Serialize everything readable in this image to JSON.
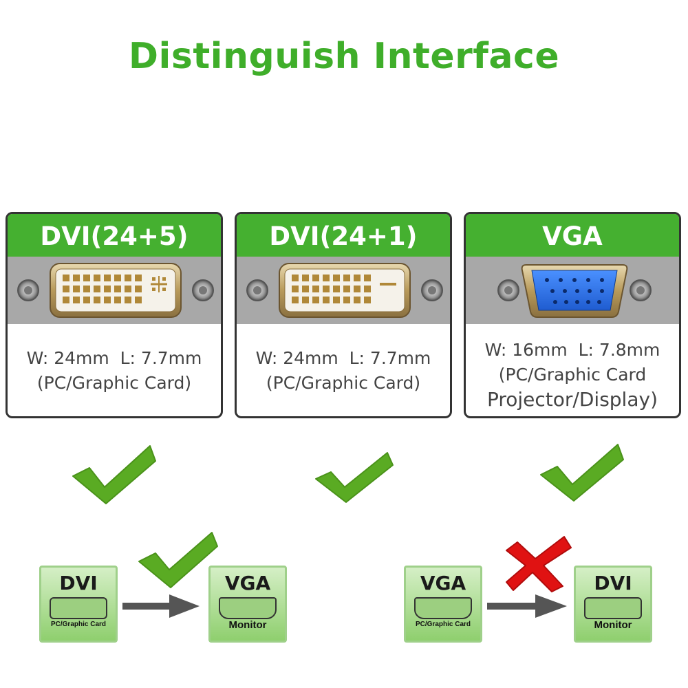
{
  "title": "Distinguish Interface",
  "cards": [
    {
      "name": "DVI(24+5)",
      "size": "W: 24mm  L: 7.7mm",
      "use": "(PC/Graphic Card)"
    },
    {
      "name": "DVI(24+1)",
      "size": "W: 24mm  L: 7.7mm",
      "use": "(PC/Graphic Card)"
    },
    {
      "name": "VGA",
      "size": "W: 16mm  L: 7.8mm",
      "use": "(PC/Graphic Card",
      "use2": "Projector/Display)"
    }
  ],
  "bottom": {
    "left": {
      "from_label": "DVI",
      "from_sub": "PC/Graphic Card",
      "to_label": "VGA",
      "to_sub": "Monitor",
      "status": "check-icon"
    },
    "right": {
      "from_label": "VGA",
      "from_sub": "PC/Graphic Card",
      "to_label": "DVI",
      "to_sub": "Monitor",
      "status": "cross-icon"
    }
  },
  "colors": {
    "green": "#45b030",
    "title_green": "#3fae2a",
    "check": "#5aab23",
    "cross": "#e01212",
    "vga_blue": "#2a6fe0",
    "gold": "#b89a5a"
  }
}
